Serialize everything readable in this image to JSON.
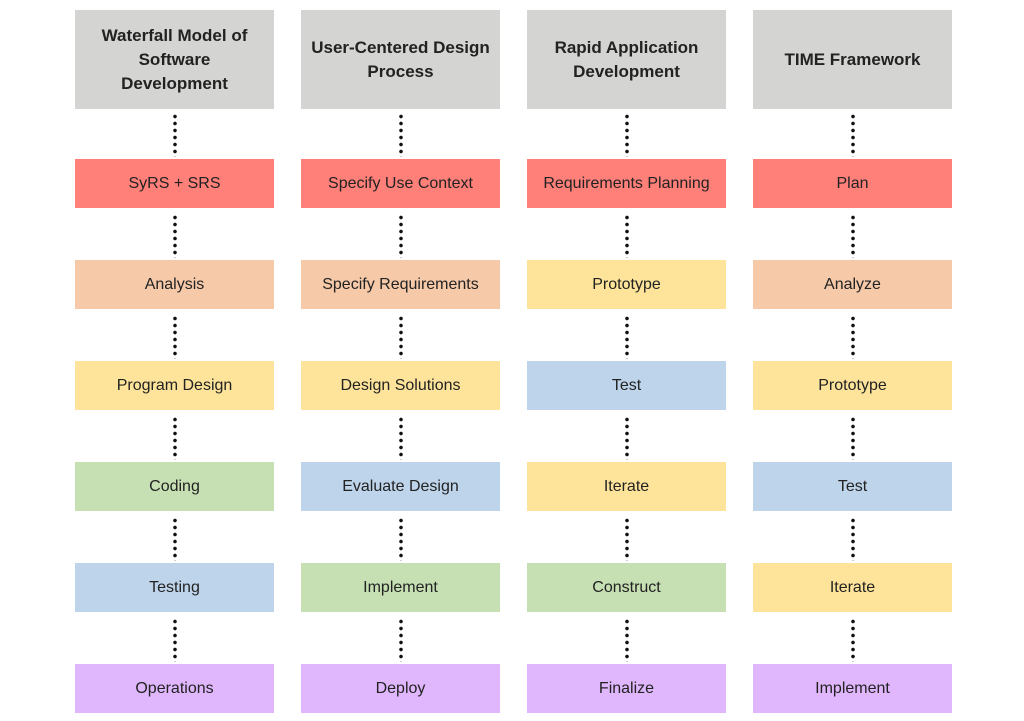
{
  "colors": {
    "header": "#d4d4d2",
    "red": "#ff7f79",
    "peach": "#f6c9a8",
    "yellow": "#fde49a",
    "green": "#c6e0b4",
    "blue": "#bed4ea",
    "purple": "#e0b7fd"
  },
  "columns": [
    {
      "title": "Waterfall Model of Software Development",
      "steps": [
        {
          "label": "SyRS + SRS",
          "color": "#ff7f79"
        },
        {
          "label": "Analysis",
          "color": "#f6c9a8"
        },
        {
          "label": "Program Design",
          "color": "#fde49a"
        },
        {
          "label": "Coding",
          "color": "#c6e0b4"
        },
        {
          "label": "Testing",
          "color": "#bed4ea"
        },
        {
          "label": "Operations",
          "color": "#e0b7fd"
        }
      ]
    },
    {
      "title": "User-Centered Design Process",
      "steps": [
        {
          "label": "Specify Use Context",
          "color": "#ff7f79"
        },
        {
          "label": "Specify Requirements",
          "color": "#f6c9a8"
        },
        {
          "label": "Design Solutions",
          "color": "#fde49a"
        },
        {
          "label": "Evaluate Design",
          "color": "#bed4ea"
        },
        {
          "label": "Implement",
          "color": "#c6e0b4"
        },
        {
          "label": "Deploy",
          "color": "#e0b7fd"
        }
      ]
    },
    {
      "title": "Rapid Application Development",
      "steps": [
        {
          "label": "Requirements Planning",
          "color": "#ff7f79"
        },
        {
          "label": "Prototype",
          "color": "#fde49a"
        },
        {
          "label": "Test",
          "color": "#bed4ea"
        },
        {
          "label": "Iterate",
          "color": "#fde49a"
        },
        {
          "label": "Construct",
          "color": "#c6e0b4"
        },
        {
          "label": "Finalize",
          "color": "#e0b7fd"
        }
      ]
    },
    {
      "title": "TIME Framework",
      "steps": [
        {
          "label": "Plan",
          "color": "#ff7f79"
        },
        {
          "label": "Analyze",
          "color": "#f6c9a8"
        },
        {
          "label": "Prototype",
          "color": "#fde49a"
        },
        {
          "label": "Test",
          "color": "#bed4ea"
        },
        {
          "label": "Iterate",
          "color": "#fde49a"
        },
        {
          "label": "Implement",
          "color": "#e0b7fd"
        }
      ]
    }
  ]
}
